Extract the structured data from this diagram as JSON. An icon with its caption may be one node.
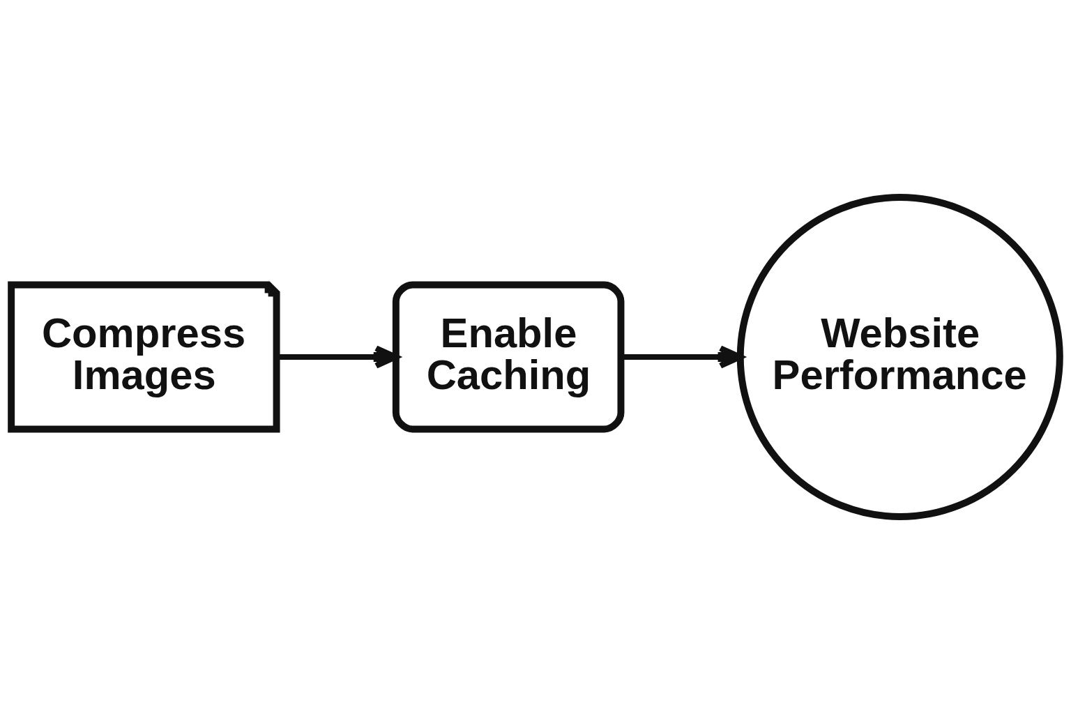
{
  "diagram": {
    "nodes": [
      {
        "text": [
          "Compress Images"
        ]
      },
      {
        "text": [
          "Enable Caching"
        ]
      },
      {
        "text": [
          "Website Performance"
        ]
      }
    ],
    "edges": [
      {
        "from": 0,
        "to": 1,
        "arrow": "to"
      },
      {
        "from": 1,
        "to": 2,
        "arrow": "to"
      }
    ]
  }
}
